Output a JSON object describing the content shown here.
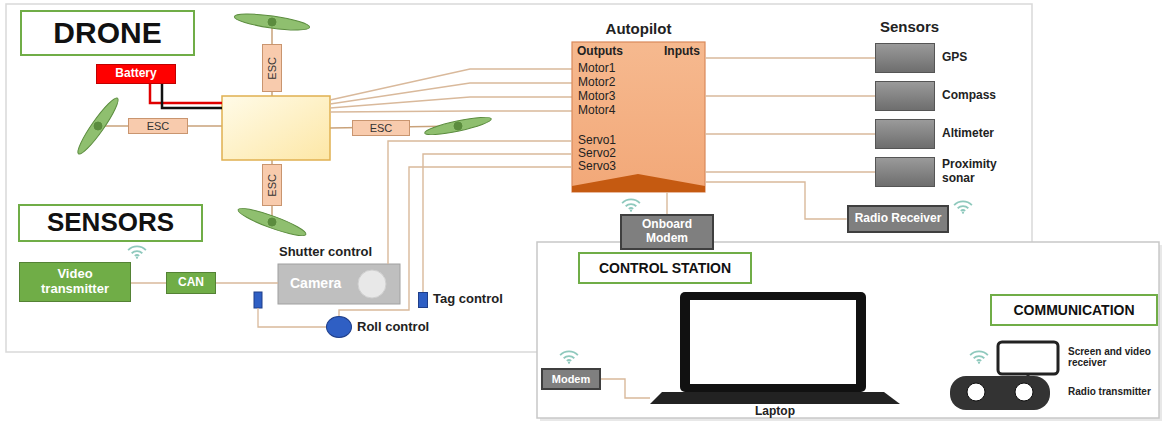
{
  "diagram": {
    "nodes": [
      {
        "text": [
          "DRONE"
        ]
      },
      {
        "text": [
          "Battery"
        ]
      },
      {
        "text": [
          "ESC"
        ]
      },
      {
        "text": [
          "ESC"
        ]
      },
      {
        "text": [
          "ESC"
        ]
      },
      {
        "text": [
          "ESC"
        ]
      },
      {
        "text": [
          "Autopilot",
          "Outputs",
          "Inputs",
          "Motor1",
          "Motor2",
          "Motor3",
          "Motor4",
          "Servo1",
          "Servo2",
          "Servo3"
        ]
      },
      {
        "text": [
          "GPS"
        ]
      },
      {
        "text": [
          "Compass"
        ]
      },
      {
        "text": [
          "Altimeter"
        ]
      },
      {
        "text": [
          "Proximity sonar"
        ]
      },
      {
        "text": [
          "Onboard Modem"
        ]
      },
      {
        "text": [
          "Radio Receiver"
        ]
      },
      {
        "text": [
          "SENSORS"
        ]
      },
      {
        "text": [
          "Video transmitter"
        ]
      },
      {
        "text": [
          "CAN"
        ]
      },
      {
        "text": [
          "Camera"
        ]
      },
      {
        "text": [
          "Tag control"
        ]
      },
      {
        "text": [
          "Roll control"
        ]
      },
      {
        "text": [
          "CONTROL STATION"
        ]
      },
      {
        "text": [
          "Modem"
        ]
      },
      {
        "text": [
          "Laptop"
        ]
      },
      {
        "text": [
          "COMMUNICATION"
        ]
      }
    ],
    "edges": [
      {
        "from": 6,
        "to": 7,
        "arrow": "none"
      },
      {
        "from": 6,
        "to": 8,
        "arrow": "none"
      },
      {
        "from": 6,
        "to": 9,
        "arrow": "none"
      },
      {
        "from": 6,
        "to": 10,
        "arrow": "none"
      },
      {
        "from": 6,
        "to": 11,
        "arrow": "none"
      },
      {
        "from": 6,
        "to": 12,
        "arrow": "none"
      },
      {
        "from": 6,
        "to": 16,
        "arrow": "none"
      },
      {
        "from": 6,
        "to": 17,
        "arrow": "none"
      },
      {
        "from": 6,
        "to": 18,
        "arrow": "none"
      },
      {
        "from": 14,
        "to": 15,
        "arrow": "none"
      },
      {
        "from": 15,
        "to": 16,
        "arrow": "none"
      },
      {
        "from": 20,
        "to": 21,
        "arrow": "none"
      }
    ],
    "labels": [
      "Sensors",
      "Shutter control",
      "Screen and video receiver",
      "Radio transmitter"
    ]
  }
}
